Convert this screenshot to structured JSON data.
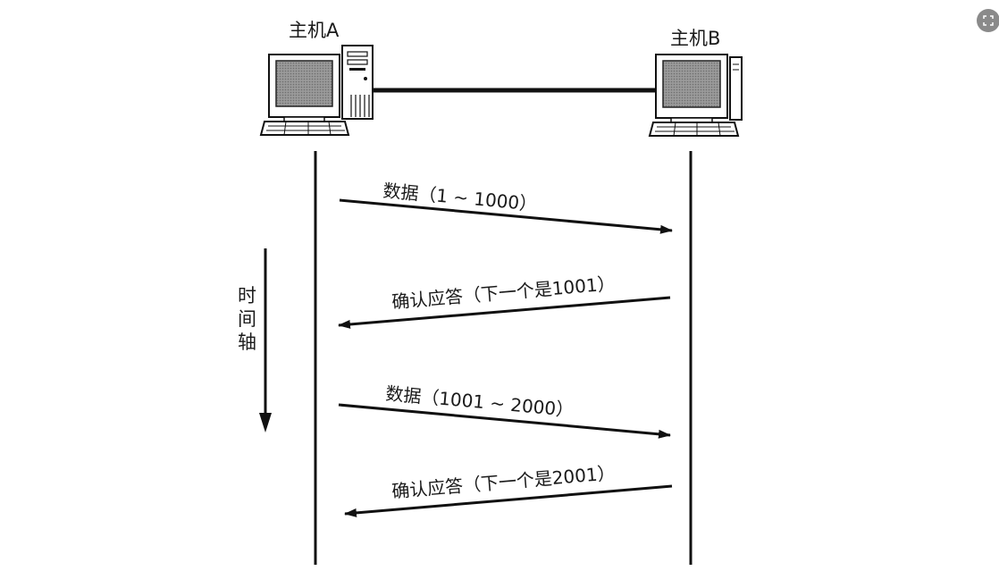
{
  "hosts": {
    "a": {
      "label": "主机A"
    },
    "b": {
      "label": "主机B"
    }
  },
  "messages": [
    {
      "label": "数据（1 ~ 1000）",
      "direction": "A→B"
    },
    {
      "label": "确认应答（下一个是1001）",
      "direction": "B→A"
    },
    {
      "label": "数据（1001 ~ 2000）",
      "direction": "A→B"
    },
    {
      "label": "确认应答（下一个是2001）",
      "direction": "B→A"
    }
  ],
  "time_axis": {
    "chars": [
      "时",
      "间",
      "轴"
    ]
  },
  "icons": {
    "expand": "expand-icon"
  }
}
